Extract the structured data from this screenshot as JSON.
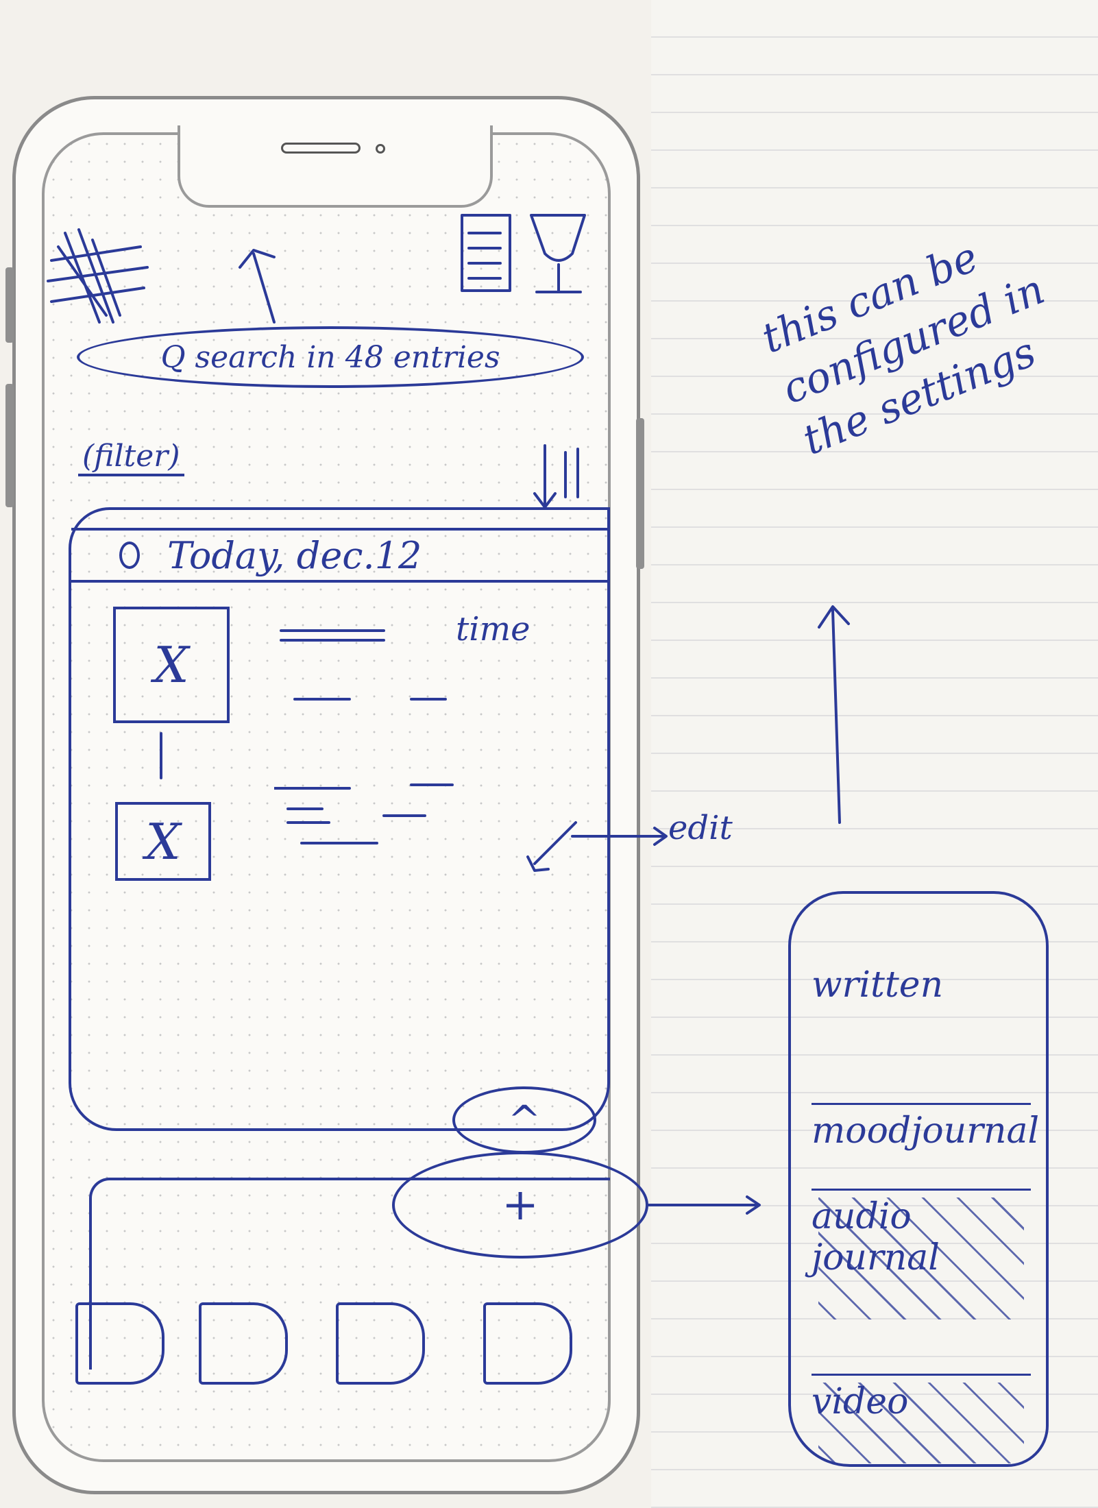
{
  "phone": {
    "header": {
      "menu_icon": "hamburger-scribble-icon",
      "journal_icon": "journal-list-icon",
      "mood_icon": "mood-cup-icon"
    },
    "search": {
      "label": "Q search in 48 entries"
    },
    "filter": {
      "label": "(filter)"
    },
    "entries_card": {
      "date_label": "Today, dec.12",
      "time_label": "time",
      "entries": [
        {
          "thumbnail": "X"
        },
        {
          "thumbnail": "X"
        }
      ]
    },
    "scroll_up_glyph": "^",
    "add_button": {
      "label": "+"
    }
  },
  "annotations": {
    "edit_label": "edit",
    "settings_note": "this can be configured in the settings"
  },
  "add_menu": {
    "items": [
      {
        "label": "written",
        "struck": false
      },
      {
        "label": "moodjournal",
        "struck": false
      },
      {
        "label": "audio journal",
        "struck": true
      },
      {
        "label": "video",
        "struck": true
      }
    ]
  }
}
